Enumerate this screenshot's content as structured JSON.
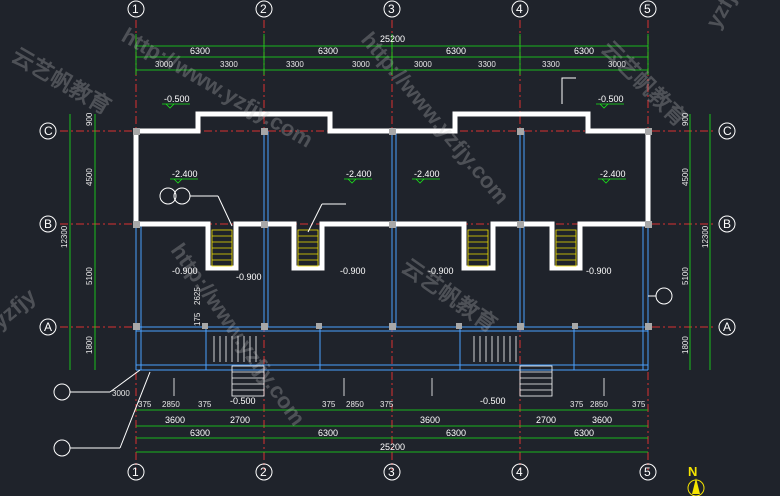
{
  "axes": {
    "columns": [
      "1",
      "2",
      "3",
      "4",
      "5"
    ],
    "rows": [
      "C",
      "B",
      "A"
    ]
  },
  "dimensions": {
    "total": "25200",
    "bays": [
      "6300",
      "6300",
      "6300",
      "6300"
    ],
    "top_sub": [
      "3000",
      "3300",
      "3300",
      "3000",
      "3000",
      "3300",
      "3300",
      "3000"
    ],
    "left_vertical": [
      "900",
      "4500",
      "12300",
      "5100",
      "175",
      "1800"
    ],
    "left_stair_small": "2625",
    "right_vertical": [
      "900",
      "4500",
      "12300",
      "5100",
      "1800"
    ],
    "bottom_mid": [
      "3600",
      "2700",
      "3600",
      "2700",
      "3600"
    ],
    "bottom_small": [
      "375",
      "2850",
      "375",
      "375",
      "2850",
      "375",
      "375",
      "2850",
      "375"
    ],
    "bottom_small_left_extra": "3000"
  },
  "levels": {
    "top_left": "-0.500",
    "top_right": "-0.500",
    "room_mid": [
      "-2.400",
      "-2.400",
      "-2.400",
      "-2.400"
    ],
    "lower": [
      "-0.900",
      "-0.900",
      "-0.900",
      "-0.900",
      "-0.900"
    ],
    "front": [
      "-0.500",
      "-0.500"
    ]
  },
  "watermark": {
    "text_url": "http://www.yzfjy.com",
    "text_brand": "云艺帆教育",
    "text_small": "yzfjy"
  },
  "north_label": "N",
  "colors": {
    "background": "#1f232b",
    "wall": "#ffffff",
    "dimension": "#19e619",
    "axis": "#e02b2b",
    "grid": "#4aa0ff",
    "stair": "#f0e000"
  }
}
